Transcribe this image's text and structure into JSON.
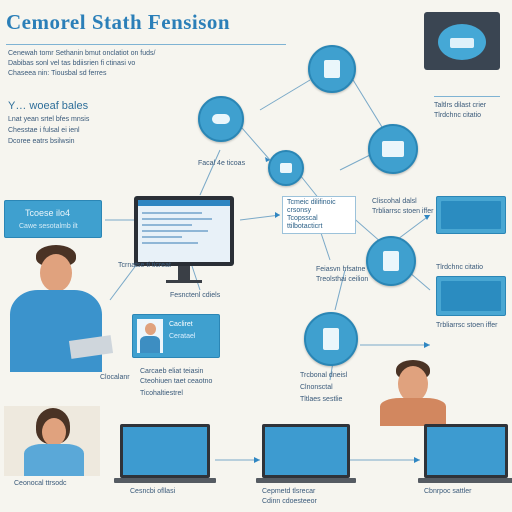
{
  "header": {
    "title": "Cemorel Stath Fensison",
    "subtitle": "Y… woeaf bales"
  },
  "intro_lines": [
    "Cenewah tomr Sethanin bmut onclatiot on fuds/",
    "Dabibas sonl vel tas bdiisrien fi ctinasi vo",
    "Chaseea nin: Tiousbal sd ferres"
  ],
  "bullets": [
    "Lnat yean srtel bfes mnsis",
    "Chesstae i fulsal ei ienl",
    "Dcoree eatrs bsilwsin"
  ],
  "left_card": {
    "title": "Tcoese ilo4",
    "text": "Cawe sesotalmb ilt"
  },
  "center_box": {
    "line1": "Tcmeic dilifinoic crsonsy",
    "line2": "Tcopsscal ttilbotacticrt"
  },
  "monitor_caption": "Fesnctenl cdiels",
  "left_mid_text": "Tcrnatse ti ticreat",
  "mid_text": "Facal 4e ticoas",
  "profile_card": {
    "title": "Cacliret",
    "sub": "Ceratael"
  },
  "under_profile": [
    "Carcaeb eliat teiasin",
    "Cteohiuen taet ceaotno",
    "Ticohaltiestrel"
  ],
  "person_caption": "Clocalanr",
  "right_labels": [
    "Taltlrs dilast crier",
    "Tlrdchnc citatio",
    "Cliscohal dalsl",
    "Trbliarrsc stoen iffer",
    "Trcbonal dneisl",
    "Clnonsctal",
    "Tltlaes sestlie"
  ],
  "mid_low_text": [
    "Feiasvn hfsatne",
    "Treolsthai ceilion"
  ],
  "bottom_captions": [
    "Cesncbi ofllasi",
    "Cepmetd tlsrecar",
    "Cdinn cdoesteeor",
    "Cbnrpoc sattler"
  ],
  "bottom_left_caption": "Ceonocal ttrsodc",
  "colors": {
    "accent": "#3fa0cf",
    "title": "#2b7fb8",
    "background": "#f6f5ef"
  }
}
